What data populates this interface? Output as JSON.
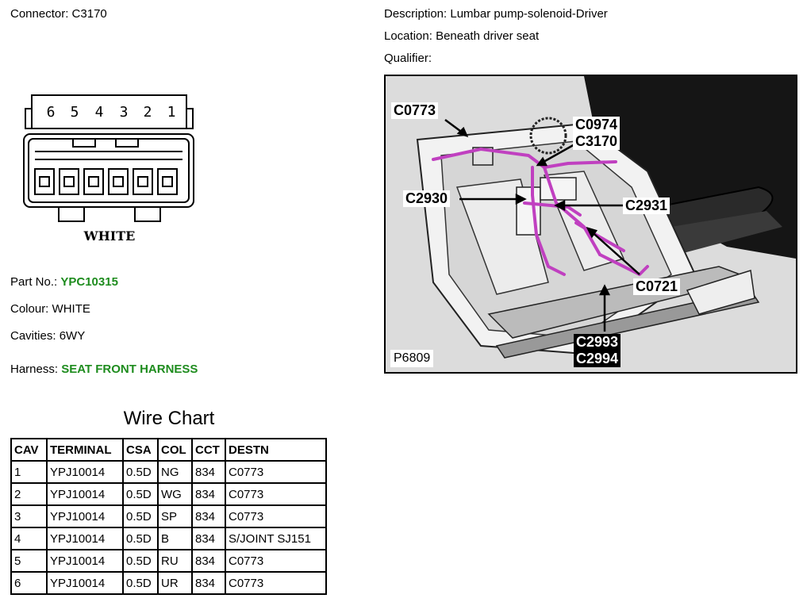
{
  "connector": {
    "label": "Connector:",
    "value": "C3170"
  },
  "description": {
    "label": "Description:",
    "value": "Lumbar pump-solenoid-Driver"
  },
  "location": {
    "label": "Location:",
    "value": "Beneath driver seat"
  },
  "qualifier": {
    "label": "Qualifier:",
    "value": ""
  },
  "diagram": {
    "pin_numbers": [
      "6",
      "5",
      "4",
      "3",
      "2",
      "1"
    ],
    "color_text": "WHITE"
  },
  "part_no": {
    "label": "Part No.:",
    "value": "YPC10315"
  },
  "colour": {
    "label": "Colour:",
    "value": "WHITE"
  },
  "cavities": {
    "label": "Cavities:",
    "value": "6WY"
  },
  "harness": {
    "label": "Harness:",
    "value": "SEAT FRONT HARNESS"
  },
  "wire_chart": {
    "title": "Wire Chart",
    "headers": [
      "CAV",
      "TERMINAL",
      "CSA",
      "COL",
      "CCT",
      "DESTN"
    ],
    "rows": [
      [
        "1",
        "YPJ10014",
        "0.5D",
        "NG",
        "834",
        "C0773"
      ],
      [
        "2",
        "YPJ10014",
        "0.5D",
        "WG",
        "834",
        "C0773"
      ],
      [
        "3",
        "YPJ10014",
        "0.5D",
        "SP",
        "834",
        "C0773"
      ],
      [
        "4",
        "YPJ10014",
        "0.5D",
        "B",
        "834",
        "S/JOINT SJ151"
      ],
      [
        "5",
        "YPJ10014",
        "0.5D",
        "RU",
        "834",
        "C0773"
      ],
      [
        "6",
        "YPJ10014",
        "0.5D",
        "UR",
        "834",
        "C0773"
      ]
    ]
  },
  "photo": {
    "reference": "P6809",
    "callouts": {
      "c0773": "C0773",
      "c0974": "C0974",
      "c3170": "C3170",
      "c2930": "C2930",
      "c2931": "C2931",
      "c0721": "C0721",
      "c2993": "C2993",
      "c2994": "C2994"
    },
    "harness_color": "#c040c0"
  }
}
